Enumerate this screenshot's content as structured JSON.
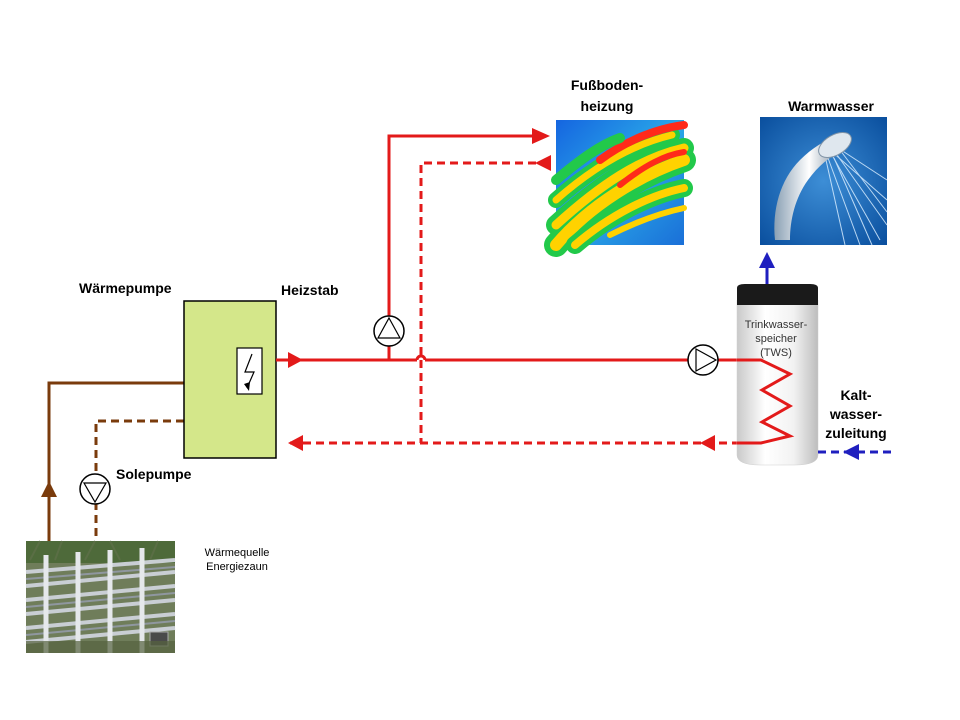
{
  "labels": {
    "heat_pump": "Wärmepumpe",
    "heating_rod": "Heizstab",
    "brine_pump": "Solepumpe",
    "heat_source_line1": "Wärmequelle",
    "heat_source_line2": "Energiezaun",
    "floor_heating_line1": "Fußboden-",
    "floor_heating_line2": "heizung",
    "hot_water": "Warmwasser",
    "tank_line1": "Trinkwasser-",
    "tank_line2": "speicher",
    "tank_line3": "(TWS)",
    "cold_water_line1": "Kalt-",
    "cold_water_line2": "wasser-",
    "cold_water_line3": "zuleitung"
  },
  "colors": {
    "supply": "#e31a1a",
    "source": "#7a3b0c",
    "cold_water": "#1f1fbf",
    "hot_water_out": "#1f1fbf",
    "heat_pump_fill": "#d4e78a"
  },
  "icons": {
    "heating_rod": "lightning-icon",
    "pumps": "pump-circle-icon"
  }
}
